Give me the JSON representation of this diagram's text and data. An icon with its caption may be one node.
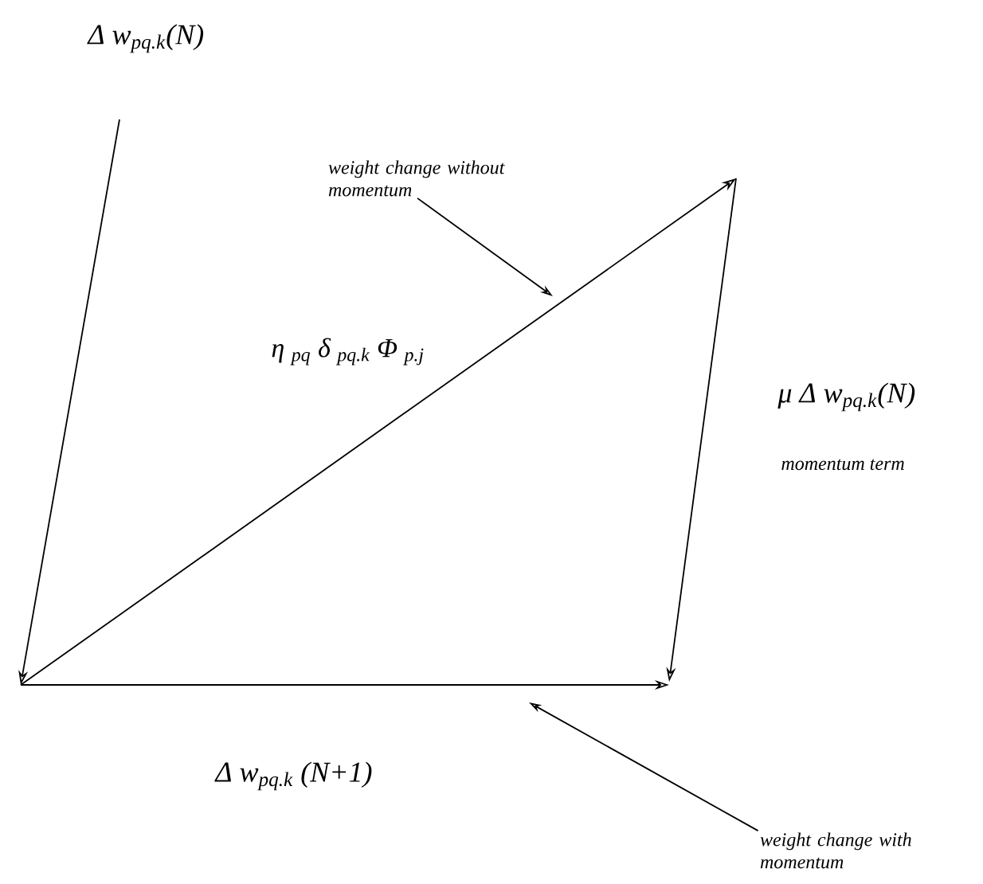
{
  "diagram": {
    "nodes": [
      {
        "text": [
          "weight change without momentum"
        ]
      },
      {
        "text": [
          "weight change with momentum"
        ]
      }
    ],
    "edges": [
      {
        "from": 0,
        "to": null,
        "arrow": "to"
      },
      {
        "from": 1,
        "to": null,
        "arrow": "to"
      }
    ],
    "labels": [
      "Δ w$_{pq.k}$(N)",
      "η $_{pq}$ δ $_{pq.k}$ Φ $_{p.j}$",
      "μ Δ w$_{pq.k}$(N)",
      "momentum term",
      "Δ w$_{pq.k}$ (N+1)"
    ]
  }
}
